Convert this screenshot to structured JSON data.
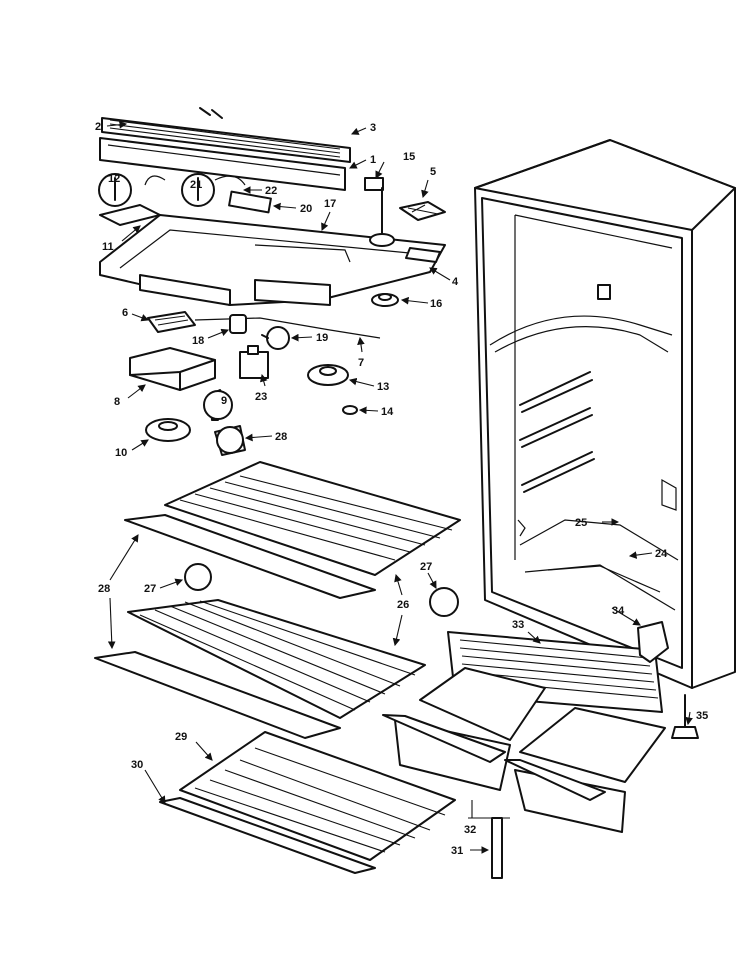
{
  "callouts": [
    {
      "id": "1",
      "text": "1"
    },
    {
      "id": "2",
      "text": "2"
    },
    {
      "id": "3",
      "text": "3"
    },
    {
      "id": "4",
      "text": "4"
    },
    {
      "id": "5",
      "text": "5"
    },
    {
      "id": "6",
      "text": "6"
    },
    {
      "id": "7",
      "text": "7"
    },
    {
      "id": "8",
      "text": "8"
    },
    {
      "id": "9",
      "text": "9"
    },
    {
      "id": "10",
      "text": "10"
    },
    {
      "id": "11",
      "text": "11"
    },
    {
      "id": "12",
      "text": "12"
    },
    {
      "id": "13",
      "text": "13"
    },
    {
      "id": "14",
      "text": "14"
    },
    {
      "id": "15",
      "text": "15"
    },
    {
      "id": "16",
      "text": "16"
    },
    {
      "id": "17",
      "text": "17"
    },
    {
      "id": "18",
      "text": "18"
    },
    {
      "id": "19",
      "text": "19"
    },
    {
      "id": "20",
      "text": "20"
    },
    {
      "id": "21",
      "text": "21"
    },
    {
      "id": "22",
      "text": "22"
    },
    {
      "id": "23",
      "text": "23"
    },
    {
      "id": "24",
      "text": "24"
    },
    {
      "id": "25",
      "text": "25"
    },
    {
      "id": "26",
      "text": "26"
    },
    {
      "id": "27",
      "text": "27"
    },
    {
      "id": "28",
      "text": "28"
    },
    {
      "id": "29",
      "text": "29"
    },
    {
      "id": "30",
      "text": "30"
    },
    {
      "id": "31",
      "text": "31"
    },
    {
      "id": "32",
      "text": "32"
    },
    {
      "id": "33",
      "text": "33"
    },
    {
      "id": "34",
      "text": "34"
    },
    {
      "id": "35",
      "text": "35"
    }
  ]
}
